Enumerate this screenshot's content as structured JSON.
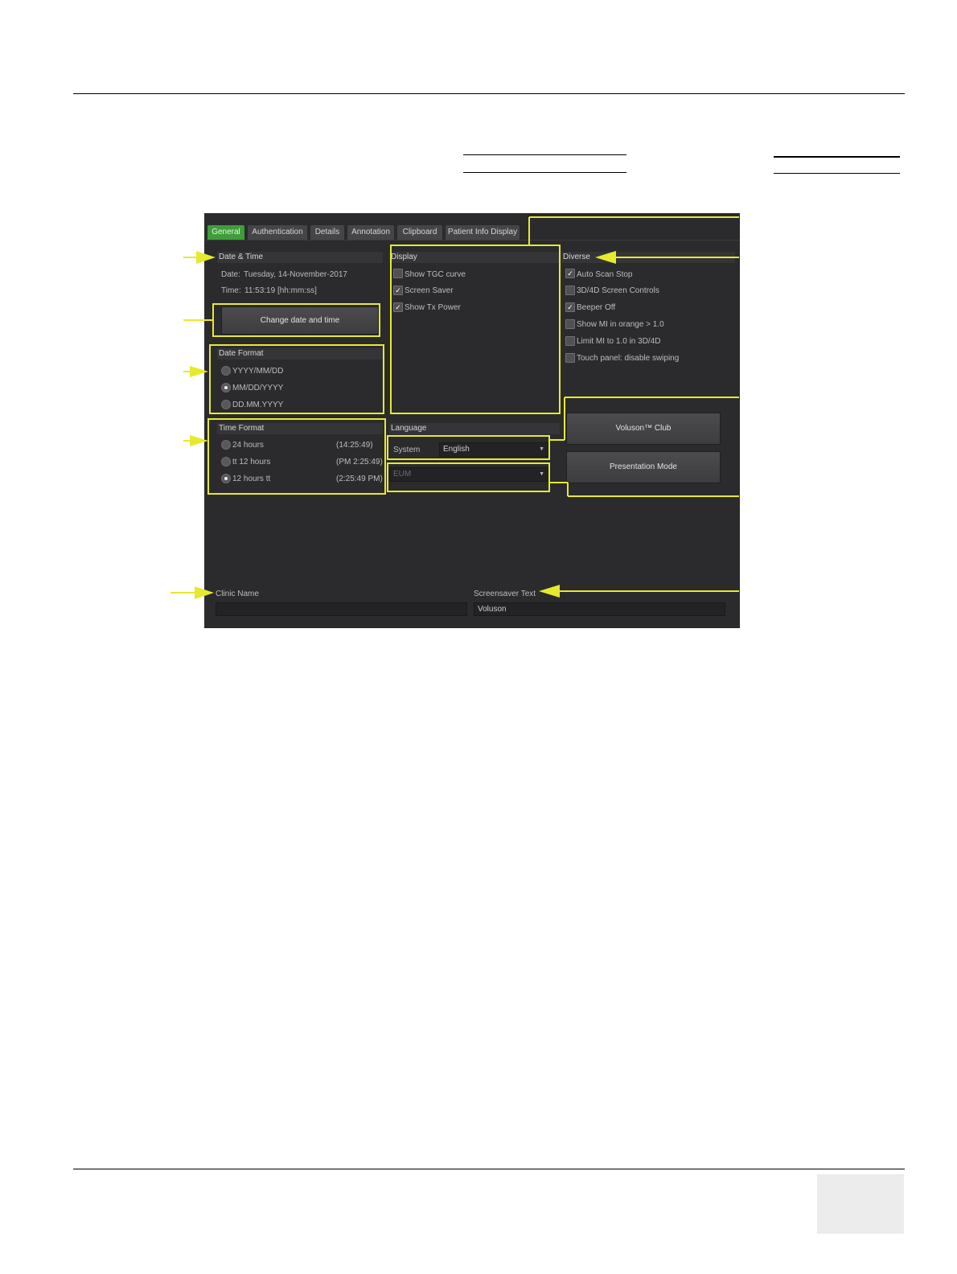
{
  "tabs": [
    {
      "label": "General"
    },
    {
      "label": "Authentication"
    },
    {
      "label": "Details"
    },
    {
      "label": "Annotation"
    },
    {
      "label": "Clipboard"
    },
    {
      "label": "Patient Info Display"
    }
  ],
  "date_time": {
    "heading": "Date & Time",
    "date_label": "Date:",
    "date_value": "Tuesday, 14-November-2017",
    "time_label": "Time:",
    "time_value": "11:53:19 [hh:mm:ss]",
    "change_button": "Change date and time"
  },
  "date_format": {
    "heading": "Date Format",
    "options": [
      {
        "label": "YYYY/MM/DD",
        "selected": false
      },
      {
        "label": "MM/DD/YYYY",
        "selected": true
      },
      {
        "label": "DD.MM.YYYY",
        "selected": false
      }
    ]
  },
  "time_format": {
    "heading": "Time Format",
    "options": [
      {
        "label": "24 hours",
        "example": "(14:25:49)",
        "selected": false
      },
      {
        "label": "tt 12 hours",
        "example": "(PM 2:25:49)",
        "selected": false
      },
      {
        "label": "12 hours tt",
        "example": "(2:25:49 PM)",
        "selected": true
      }
    ]
  },
  "display": {
    "heading": "Display",
    "items": [
      {
        "label": "Show TGC curve",
        "checked": false
      },
      {
        "label": "Screen Saver",
        "checked": true
      },
      {
        "label": "Show Tx Power",
        "checked": true
      }
    ]
  },
  "diverse": {
    "heading": "Diverse",
    "items": [
      {
        "label": "Auto Scan Stop",
        "checked": true
      },
      {
        "label": "3D/4D Screen Controls",
        "checked": false
      },
      {
        "label": "Beeper Off",
        "checked": true
      },
      {
        "label": "Show MI in orange > 1.0",
        "checked": false
      },
      {
        "label": "Limit MI to 1.0 in 3D/4D",
        "checked": false
      },
      {
        "label": "Touch panel: disable swiping",
        "checked": false
      }
    ]
  },
  "language": {
    "heading": "Language",
    "system_label": "System",
    "system_value": "English",
    "region_value": "EUM"
  },
  "buttons": {
    "club": "Voluson™ Club",
    "presentation": "Presentation Mode"
  },
  "clinic": {
    "label": "Clinic Name",
    "value": ""
  },
  "screensaver": {
    "label": "Screensaver Text",
    "value": "Voluson"
  },
  "colors": {
    "highlight": "#e6ea2e",
    "active_tab": "#3f9d3a",
    "panel_bg": "#2b2b2d"
  }
}
